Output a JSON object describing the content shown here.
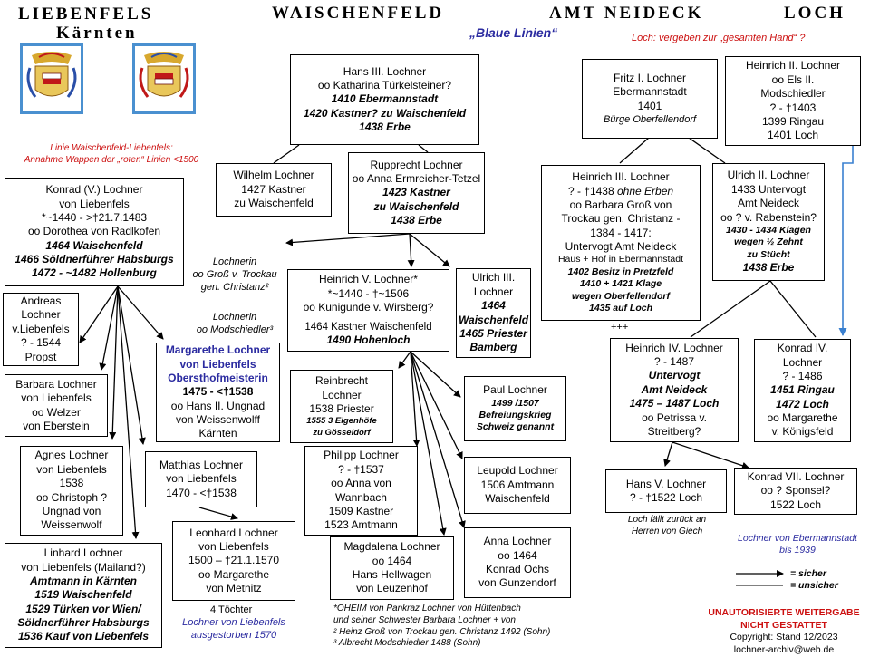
{
  "header": {
    "liebenfels": "LIEBENFELS",
    "kaernten": "Kärnten",
    "waischenfeld": "WAISCHENFELD",
    "amt_neideck": "AMT NEIDECK",
    "loch": "LOCH",
    "blaue_linien": "„Blaue Linien“",
    "loch_note": "Loch: vergeben zur „gesamten Hand“ ?",
    "crest_caption_1": "Linie Waischenfeld-Liebenfels:",
    "crest_caption_2": "Annahme Wappen der „roten“ Linien <1500"
  },
  "colors": {
    "accent_blue": "#2b2ba0",
    "red": "#cc1010",
    "crest_border": "#4a90d0",
    "arrow_blue": "#3a80d0"
  },
  "nodes": {
    "hans3": [
      "Hans III. Lochner",
      "oo Katharina Türkelsteiner?",
      "1410 Ebermannstadt",
      "1420 Kastner?  zu Waischenfeld",
      "1438 Erbe"
    ],
    "wilhelm": [
      "Wilhelm Lochner",
      "1427 Kastner",
      "zu Waischenfeld"
    ],
    "rupprecht": [
      "Rupprecht  Lochner",
      "oo Anna Ermreicher-Tetzel",
      "1423 Kastner",
      "zu Waischenfeld",
      "1438 Erbe"
    ],
    "konrad5": [
      "Konrad (V.) Lochner",
      "von Liebenfels",
      "*~1440 - >†21.7.1483",
      "oo Dorothea von Radlkofen",
      "1464 Waischenfeld",
      "1466 Söldnerführer Habsburgs",
      "1472 - ~1482 Hollenburg"
    ],
    "andreas": [
      "Andreas",
      "Lochner",
      "v.Liebenfels",
      "? - 1544",
      "Propst"
    ],
    "barbara": [
      "Barbara Lochner",
      "von Liebenfels",
      "oo Welzer",
      "von Eberstein"
    ],
    "agnes": [
      "Agnes Lochner",
      "von Liebenfels",
      "1538",
      "oo Christoph  ?",
      "Ungnad von",
      "Weissenwolf"
    ],
    "linhard": [
      "Linhard Lochner",
      "von Liebenfels (Mailand?)",
      "Amtmann in Kärnten",
      "1519 Waischenfeld",
      "1529 Türken vor Wien/",
      "Söldnerführer Habsburgs",
      "1536 Kauf von Liebenfels"
    ],
    "margarethe": [
      "Margarethe Lochner",
      "von Liebenfels",
      "Obersthofmeisterin",
      "1475 - <†1538",
      "oo Hans II. Ungnad",
      "von Weissenwolff",
      "Kärnten"
    ],
    "matthias": [
      "Matthias Lochner",
      "von Liebenfels",
      "1470 - <†1538"
    ],
    "leonhard": [
      "Leonhard Lochner",
      "von Liebenfels",
      "1500 – †21.1.1570",
      "oo  Margarethe",
      "von Metnitz"
    ],
    "heinrich5": [
      "Heinrich V. Lochner*",
      "*~1440 - †~1506",
      "oo Kunigunde v. Wirsberg?",
      "1464 Kastner Waischenfeld",
      "1490 Hohenloch"
    ],
    "ulrich3": [
      "Ulrich III.",
      "Lochner",
      "1464",
      "Waischenfeld",
      "1465 Priester",
      "Bamberg"
    ],
    "reinbrecht": [
      "Reinbrecht",
      "Lochner",
      "1538 Priester",
      "1555   3 Eigenhöfe",
      "zu Gösseldorf"
    ],
    "paul": [
      "Paul Lochner",
      "1499 /1507",
      "Befreiungskrieg",
      "Schweiz genannt"
    ],
    "philipp": [
      "Philipp Lochner",
      "? - †1537",
      "oo Anna von",
      "Wannbach",
      "1509 Kastner",
      "1523 Amtmann"
    ],
    "leupold": [
      "Leupold Lochner",
      "1506 Amtmann",
      "Waischenfeld"
    ],
    "magdalena": [
      "Magdalena Lochner",
      "oo 1464",
      "Hans Hellwagen",
      "von Leuzenhof"
    ],
    "anna": [
      "Anna Lochner",
      "oo 1464",
      "Konrad Ochs",
      "von Gunzendorf"
    ],
    "fritz1": [
      "Fritz I. Lochner",
      "Ebermannstadt",
      "1401",
      "Bürge Oberfellendorf"
    ],
    "heinrich2": [
      "Heinrich II. Lochner",
      "oo Els II.",
      "Modschiedler",
      "? - †1403",
      "1399 Ringau",
      "1401 Loch"
    ],
    "heinrich3": [
      "Heinrich III. Lochner",
      "? - †1438 ohne Erben",
      "oo Barbara Groß von",
      "Trockau gen. Christanz  -",
      "1384 - 1417:",
      "Untervogt Amt Neideck",
      "Haus + Hof in Ebermannstadt",
      "1402 Besitz in Pretzfeld",
      "1410 + 1421 Klage",
      "wegen Oberfellendorf",
      "1435 auf Loch"
    ],
    "ulrich2": [
      "Ulrich II. Lochner",
      "1433 Untervogt",
      "Amt Neideck",
      "oo ? v. Rabenstein?",
      "1430 - 1434 Klagen",
      "wegen ½ Zehnt",
      "zu Stücht",
      "1438  Erbe"
    ],
    "heinrich4": [
      "Heinrich IV. Lochner",
      "? - 1487",
      "Untervogt",
      "Amt Neideck",
      "1475 – 1487 Loch",
      "oo Petrissa v.",
      "Streitberg?"
    ],
    "konrad4": [
      "Konrad IV.",
      "Lochner",
      "? - 1486",
      "1451  Ringau",
      "1472  Loch",
      "oo   Margarethe",
      "v. Königsfeld"
    ],
    "hans5": [
      "Hans V. Lochner",
      "? - †1522  Loch"
    ],
    "konrad7": [
      "Konrad VII. Lochner",
      "oo ? Sponsel?",
      "1522 Loch"
    ]
  },
  "floats": {
    "lochnerin1": [
      "Lochnerin",
      "oo Groß v. Trockau",
      "gen. Christanz²"
    ],
    "lochnerin2": [
      "Lochnerin",
      "oo Modschiedler³"
    ],
    "plusplus": "+++",
    "toechter": "4 Töchter",
    "ausgestorben": [
      "Lochner von Liebenfels",
      "ausgestorben 1570"
    ],
    "loch_faellt": [
      "Loch fällt zurück an",
      "Herren von Giech"
    ],
    "ebermannstadt": [
      "Lochner von Ebermannstadt",
      "bis 1939"
    ]
  },
  "legend": {
    "sicher": "= sicher",
    "unsicher": "= unsicher"
  },
  "notes": [
    "*OHEIM von Pankraz Lochner von Hüttenbach",
    "  und seiner Schwester Barbara Lochner + von",
    "² Heinz Groß von Trockau gen. Christanz 1492 (Sohn)",
    "³ Albrecht Modschiedler 1488 (Sohn)"
  ],
  "rights": {
    "warning_1": "UNAUTORISIERTE  WEITERGABE",
    "warning_2": "NICHT GESTATTET",
    "copyright": "Copyright: Stand 12/2023",
    "email": "lochner-archiv@web.de"
  }
}
